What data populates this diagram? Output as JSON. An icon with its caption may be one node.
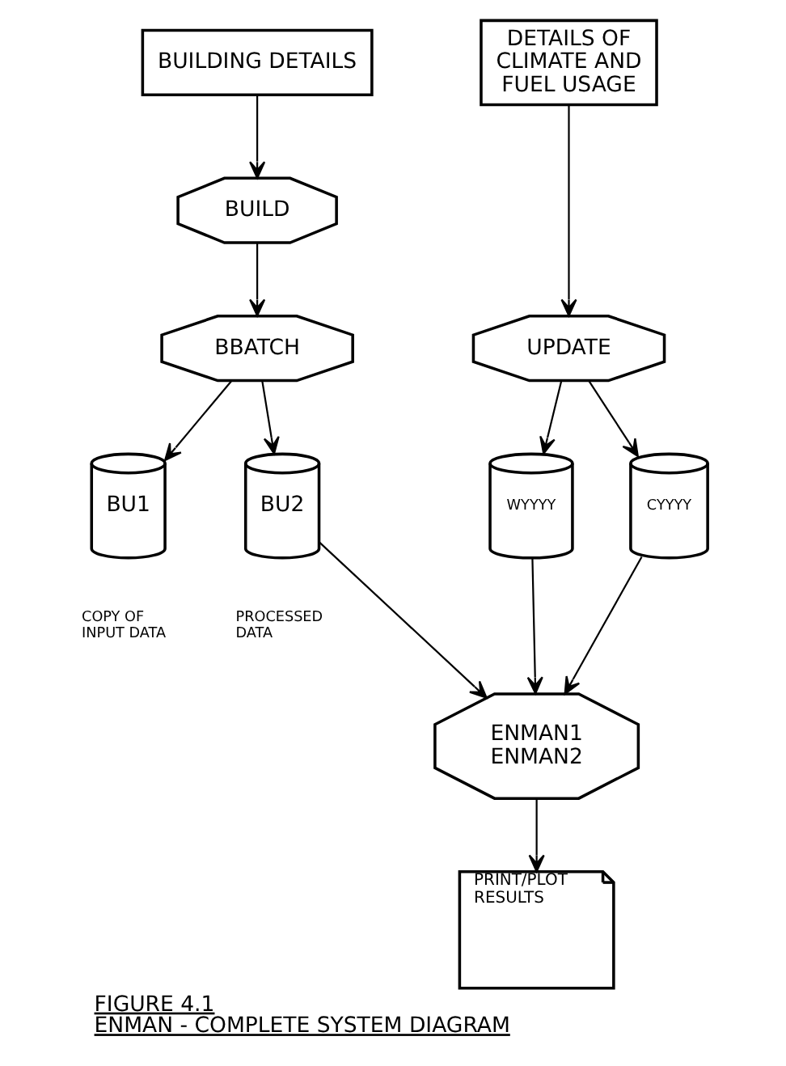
{
  "diagram": {
    "title": "ENMAN - COMPLETE SYSTEM DIAGRAM",
    "caption": "FIGURE 4.1",
    "nodes": [
      {
        "text": [
          "BUILDING DETAILS"
        ]
      },
      {
        "text": [
          "DETAILS OF CLIMATE AND FUEL USAGE"
        ]
      },
      {
        "text": [
          "BUILD"
        ]
      },
      {
        "text": [
          "UPDATE"
        ]
      },
      {
        "text": [
          "BBATCH"
        ]
      },
      {
        "text": [
          "BU1"
        ],
        "beside": [
          "COPY OF INPUT DATA"
        ]
      },
      {
        "text": [
          "BU2"
        ],
        "beside": [
          "PROCESSED DATA"
        ]
      },
      {
        "text": [
          "WYYYY"
        ]
      },
      {
        "text": [
          "CYYYY"
        ]
      },
      {
        "text": [
          "ENMAN1",
          "ENMAN2"
        ]
      },
      {
        "text": [
          "PRINT/PLOT RESULTS"
        ]
      }
    ],
    "edges": [
      {
        "from": 0,
        "to": 2,
        "arrow": "to"
      },
      {
        "from": 2,
        "to": 4,
        "arrow": "to"
      },
      {
        "from": 4,
        "to": 5,
        "arrow": "to"
      },
      {
        "from": 4,
        "to": 6,
        "arrow": "to"
      },
      {
        "from": 1,
        "to": 3,
        "arrow": "to"
      },
      {
        "from": 3,
        "to": 7,
        "arrow": "to"
      },
      {
        "from": 3,
        "to": 8,
        "arrow": "to"
      },
      {
        "from": 6,
        "to": 9,
        "arrow": "to"
      },
      {
        "from": 7,
        "to": 9,
        "arrow": "to"
      },
      {
        "from": 8,
        "to": 9,
        "arrow": "to"
      },
      {
        "from": 9,
        "to": 10,
        "arrow": "to"
      }
    ]
  }
}
